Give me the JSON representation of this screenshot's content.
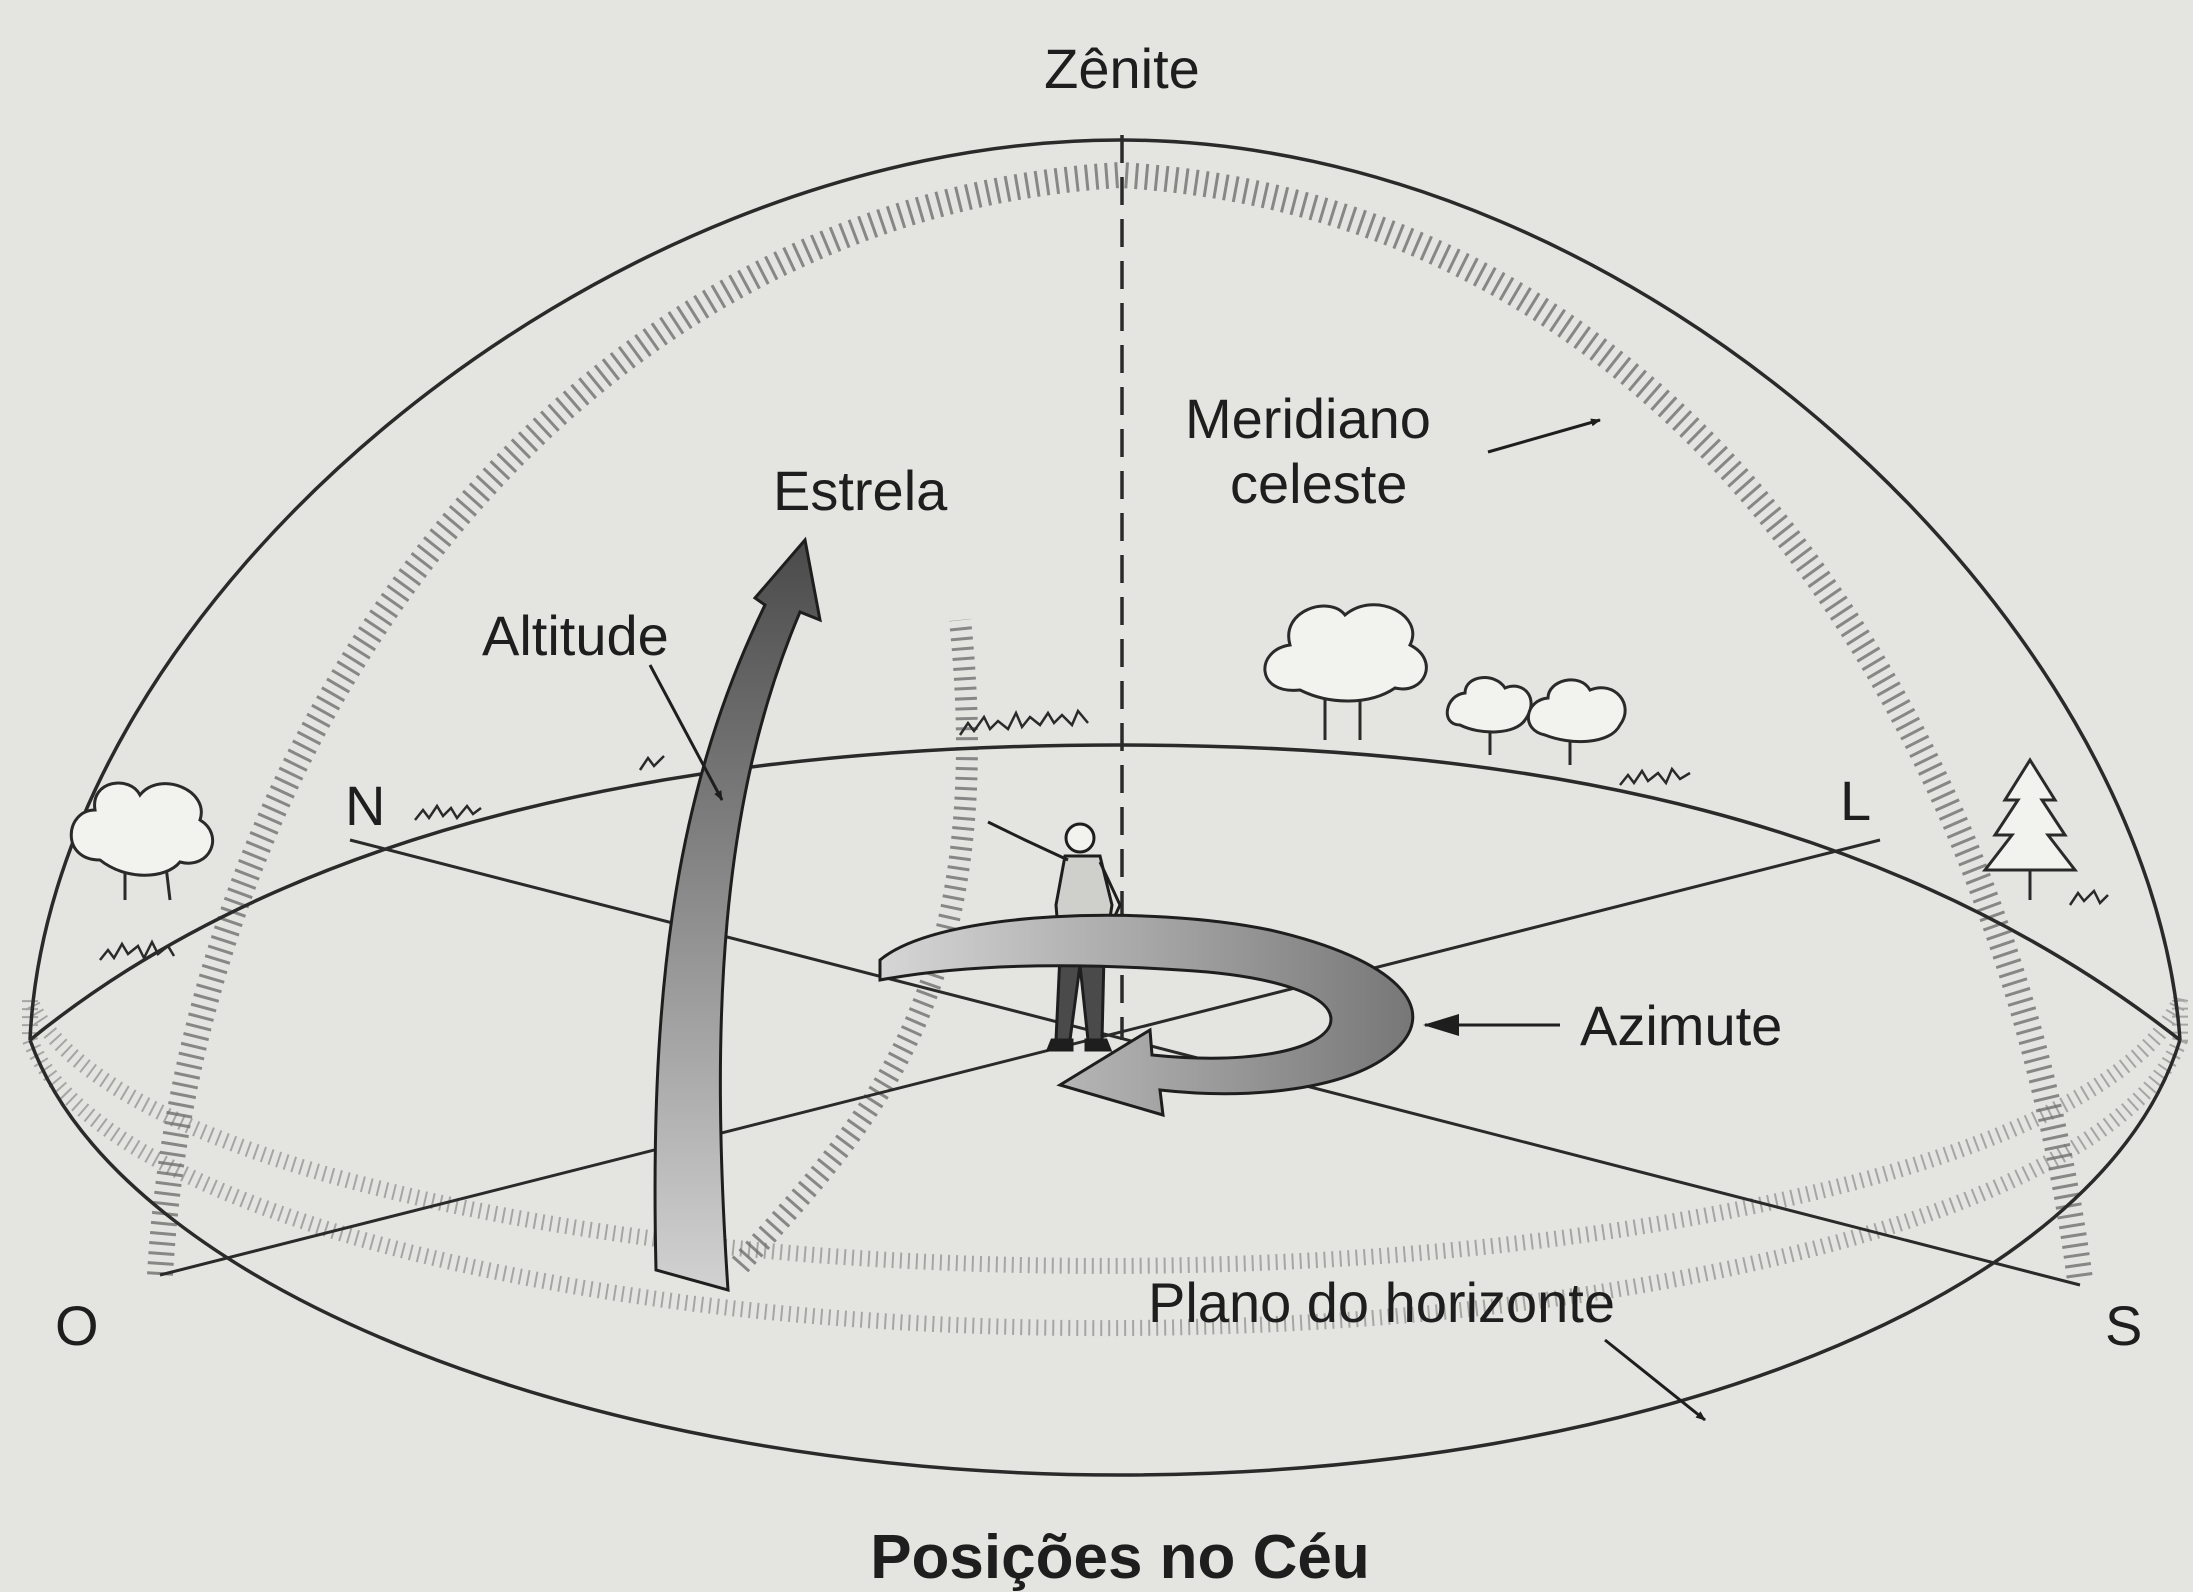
{
  "diagram": {
    "title": "Posições no Céu",
    "labels": {
      "zenith": "Zênite",
      "meridian_line1": "Meridiano",
      "meridian_line2": "celeste",
      "star": "Estrela",
      "altitude": "Altitude",
      "azimuth": "Azimute",
      "horizon_plane": "Plano do horizonte"
    },
    "cardinal_points": {
      "north": "N",
      "east": "L",
      "west": "O",
      "south": "S"
    },
    "colors": {
      "background": "#e4e5e0",
      "ink": "#1e1e1e",
      "arrow_dark": "#555555",
      "arrow_light": "#c8c8c8"
    }
  }
}
